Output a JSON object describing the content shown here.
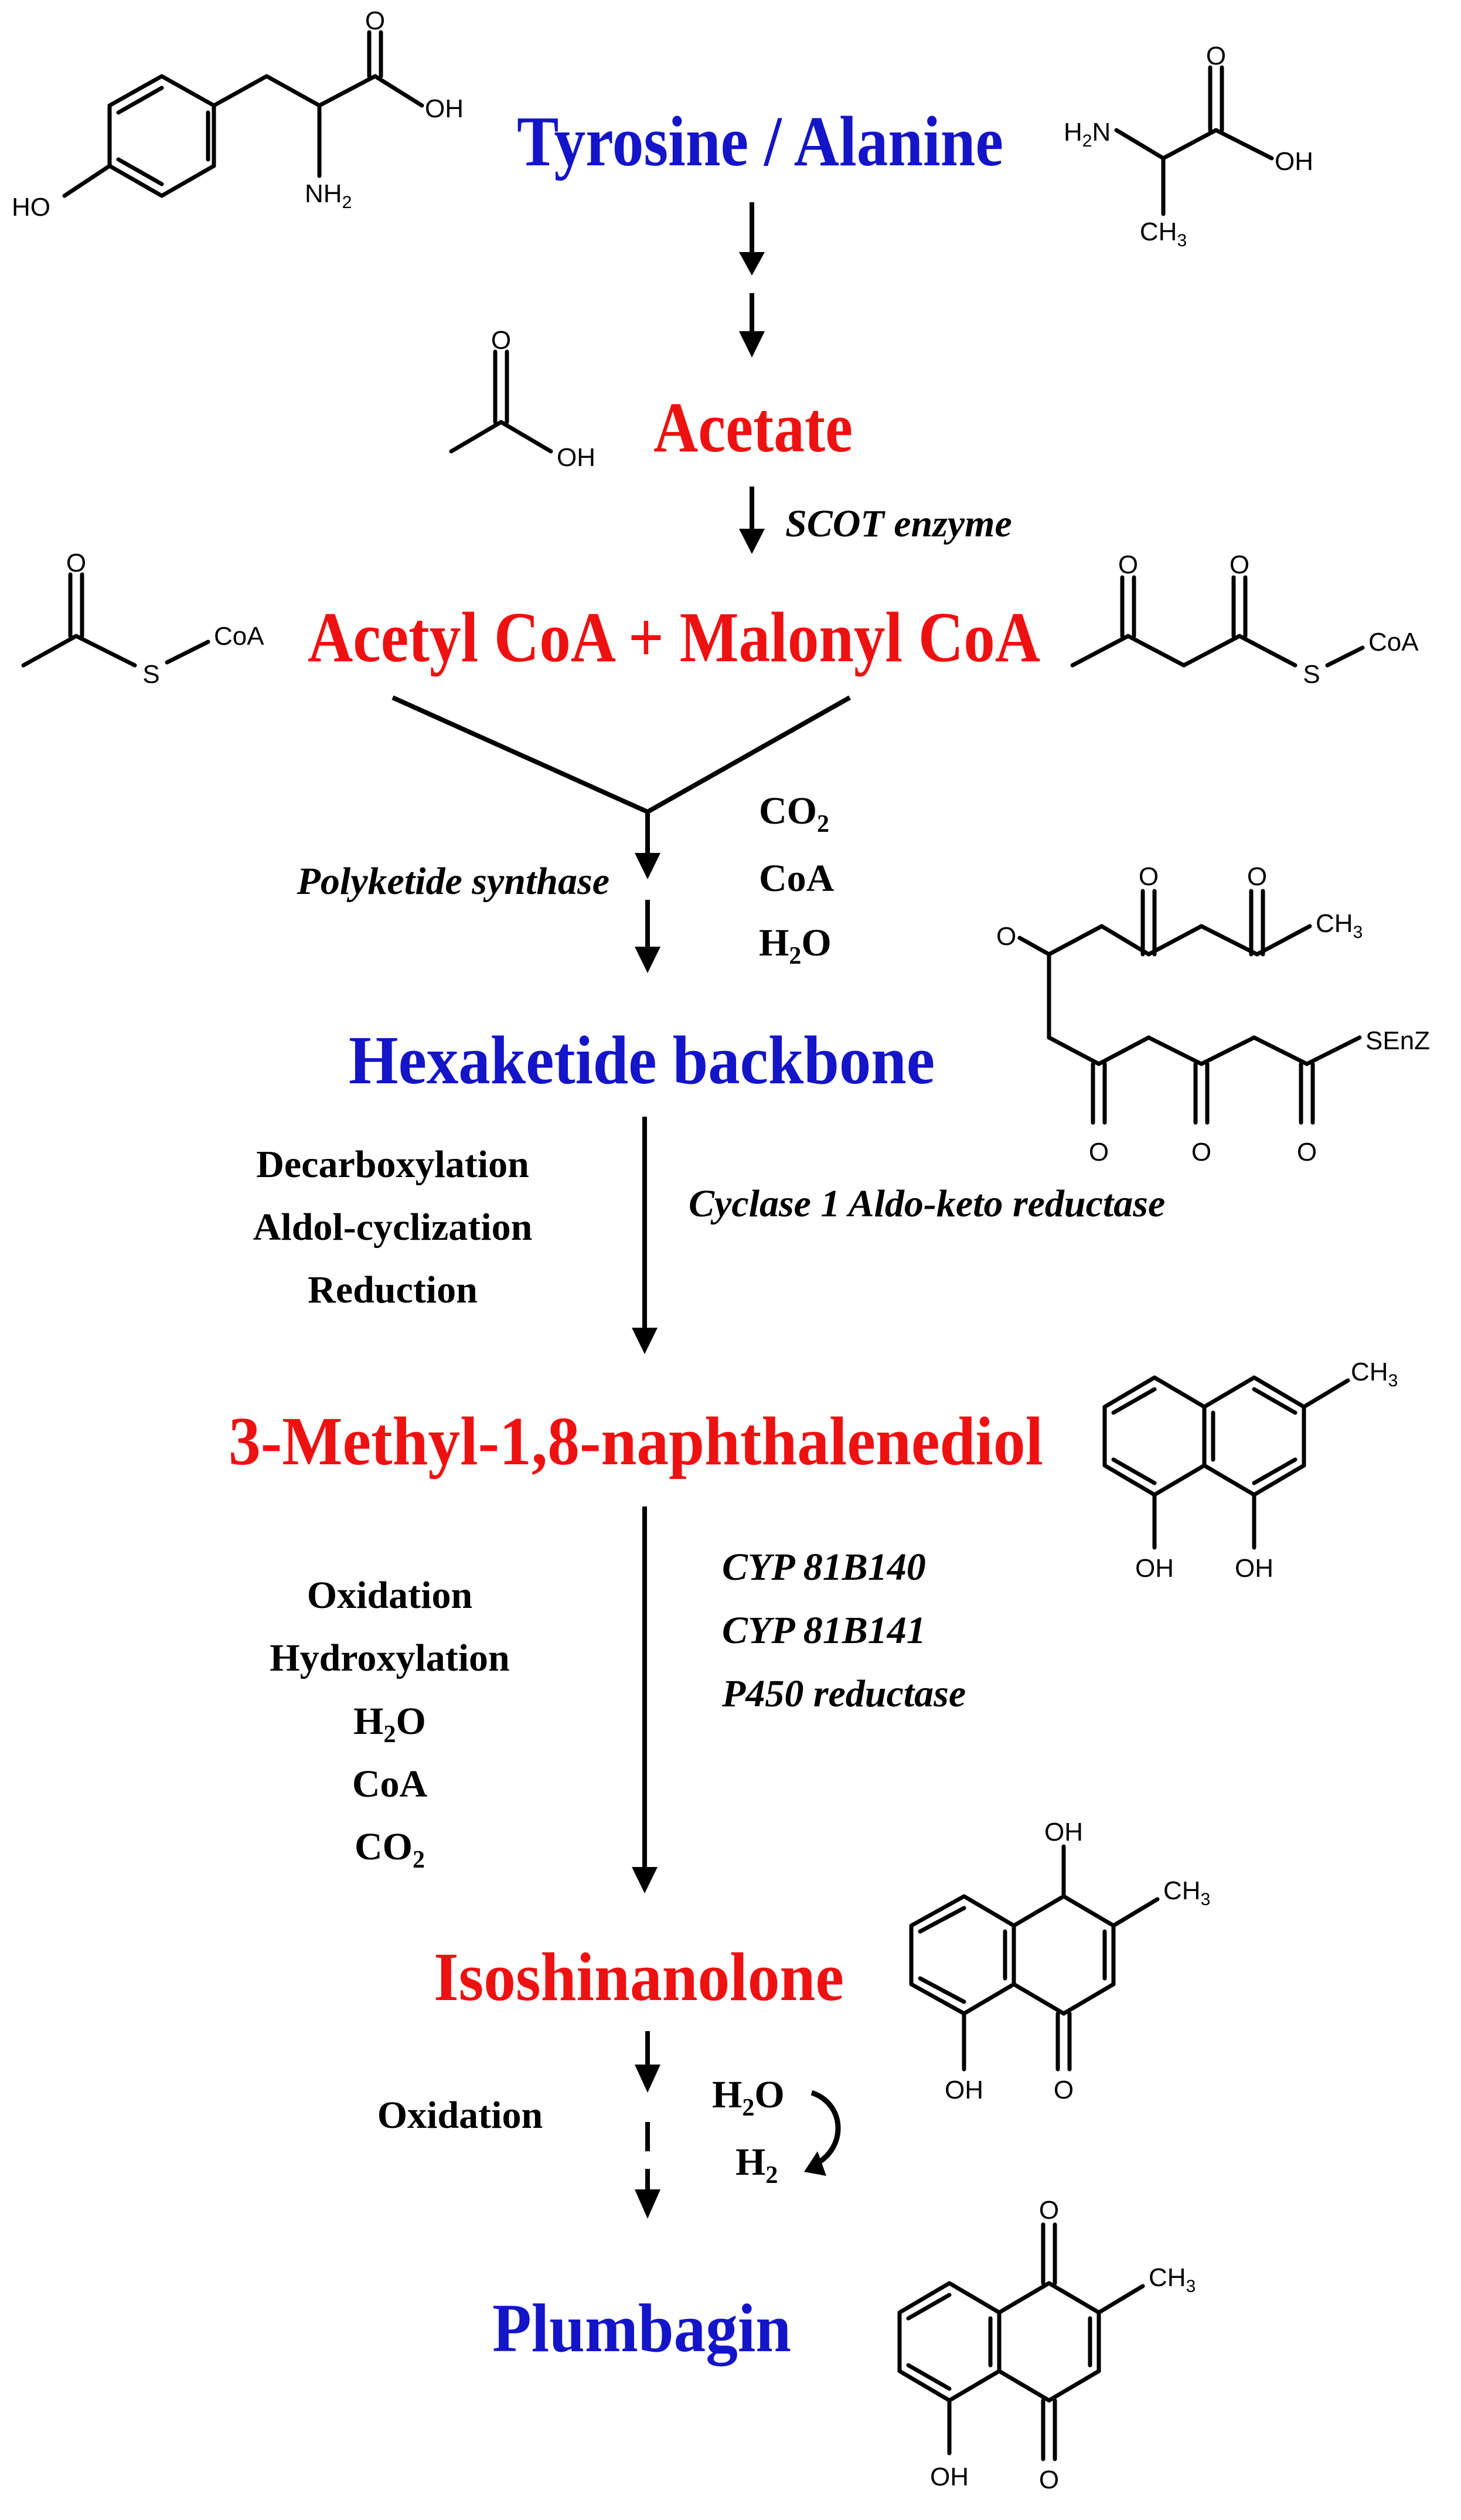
{
  "colors": {
    "blue": "#1414c8",
    "red": "#ee1111",
    "black": "#000000"
  },
  "compounds": {
    "tyrosine_alanine": "Tyrosine / Alanine",
    "acetate": "Acetate",
    "acetyl_malonyl": "Acetyl CoA + Malonyl CoA",
    "hexaketide": "Hexaketide backbone",
    "naphthalenediol": "3-Methyl-1,8-naphthalenediol",
    "isoshinanolone": "Isoshinanolone",
    "plumbagin": "Plumbagin"
  },
  "enzymes": {
    "scot": "SCOT enzyme",
    "polyketide_synthase": "Polyketide synthase",
    "cyclase": "Cyclase 1 Aldo-keto reductase",
    "cyp1": "CYP 81B140",
    "cyp2": "CYP 81B141",
    "p450": "P450 reductase"
  },
  "byproducts_pks": {
    "co2_main": "CO",
    "co2_sub": "2",
    "coa": "CoA",
    "h2o_main": "H",
    "h2o_sub": "2",
    "h2o_tail": "O"
  },
  "steps_hexaketide": [
    "Decarboxylation",
    "Aldol-cyclization",
    "Reduction"
  ],
  "steps_naphthalenediol": {
    "oxidation": "Oxidation",
    "hydroxylation": "Hydroxylation",
    "h2o_main": "H",
    "h2o_sub": "2",
    "h2o_tail": "O",
    "coa": "CoA",
    "co2_main": "CO",
    "co2_sub": "2"
  },
  "steps_isoshinanolone": {
    "oxidation": "Oxidation",
    "h2o_main": "H",
    "h2o_sub": "2",
    "h2o_tail": "O",
    "h2_main": "H",
    "h2_sub": "2"
  },
  "atoms": {
    "o": "O",
    "oh": "OH",
    "ho": "HO",
    "nh2_main": "NH",
    "nh2_sub": "2",
    "h2n_h": "H",
    "h2n_sub": "2",
    "h2n_n": "N",
    "ch3_main": "CH",
    "ch3_sub": "3",
    "s": "S",
    "coa": "CoA",
    "senz": "SEnZ"
  }
}
